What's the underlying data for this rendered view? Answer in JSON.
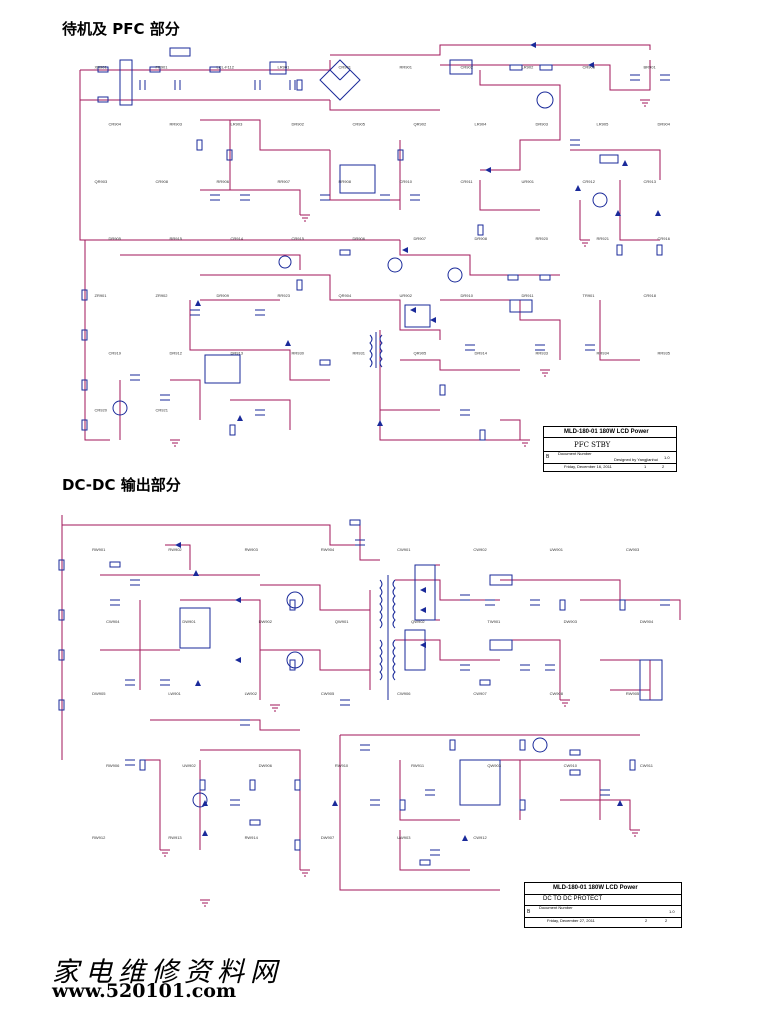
{
  "sections": {
    "pfc_title": "待机及 PFC 部分",
    "dcdc_title": "DC-DC 输出部分"
  },
  "schematic_labels": {
    "top": [
      "XR901",
      "FR901",
      "LCL-F112",
      "LR901",
      "CR901",
      "RR901",
      "CR902",
      "LR902",
      "CR903",
      "BR901",
      "CR904",
      "RR903",
      "LR903",
      "DR902",
      "CR905",
      "QR902",
      "LR904",
      "DR903",
      "LR905",
      "DR904",
      "QR903",
      "CR908",
      "RR906",
      "RR907",
      "RR908",
      "CR910",
      "CR911",
      "UR901",
      "CR912",
      "CR913",
      "DR905",
      "RR915",
      "CR914",
      "CR915",
      "DR906",
      "DR907",
      "DR908",
      "RR920",
      "RR921",
      "CR916",
      "ZR901",
      "ZR902",
      "DR909",
      "RR923",
      "QR904",
      "UR902",
      "DR910",
      "DR911",
      "TR901",
      "CR918",
      "CR919",
      "DR912",
      "DR913",
      "RR930",
      "RR931",
      "QR905",
      "DR914",
      "RR933",
      "RR934",
      "RR935",
      "CR920",
      "CR921"
    ],
    "bottom": [
      "RW901",
      "RW902",
      "RW903",
      "RW904",
      "CW901",
      "CW902",
      "UW901",
      "CW903",
      "CW904",
      "DW901",
      "DW902",
      "QW901",
      "QW902",
      "TW901",
      "DW903",
      "DW904",
      "DW905",
      "LW901",
      "LW902",
      "CW905",
      "CW906",
      "CW907",
      "CW908",
      "RW905",
      "RW906",
      "UW902",
      "DW906",
      "RW910",
      "RW911",
      "QW903",
      "CW910",
      "CW911",
      "RW912",
      "RW913",
      "RW914",
      "DW907",
      "UW903",
      "CW912"
    ]
  },
  "title_block_1": {
    "company": "MLD-180-01 180W LCD Power",
    "sheet_title": "PFC STBY",
    "doc_label": "Document Number",
    "designer": "Designed by Yangjianhui",
    "date": "Friday, December 16, 2011",
    "rev": "1.0",
    "size": "B",
    "sheet": "1",
    "of": "2"
  },
  "title_block_2": {
    "company": "MLD-180-01 180W LCD Power",
    "sheet_title": "DC TO DC  PROTECT",
    "doc_label": "Document Number",
    "date": "Friday, December 27, 2011",
    "rev": "1.0",
    "size": "B",
    "sheet": "2",
    "of": "2"
  },
  "watermark": {
    "chinese": "家电维修资料网",
    "url": "www.520101.com"
  }
}
